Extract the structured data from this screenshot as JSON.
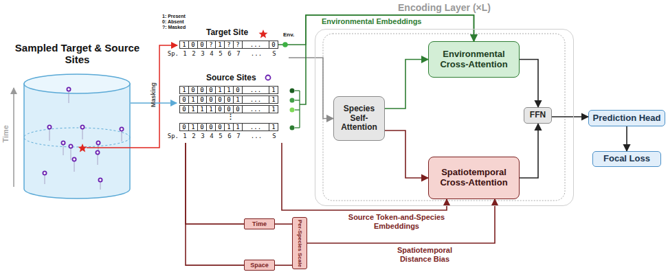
{
  "diagram": {
    "nodes": [
      {
        "text": [
          "Encoding Layer (×L)"
        ]
      },
      {
        "text": [
          "Species Self-Attention"
        ],
        "in": 0
      },
      {
        "text": [
          "Environmental Cross-Attention"
        ],
        "in": 0
      },
      {
        "text": [
          "Spatiotemporal Cross-Attention"
        ],
        "in": 0
      },
      {
        "text": [
          "FFN"
        ],
        "in": 0
      },
      {
        "text": [
          "Prediction Head"
        ]
      },
      {
        "text": [
          "Focal Loss"
        ]
      },
      {
        "text": [
          "Target Site"
        ]
      },
      {
        "text": [
          "1",
          "0",
          "0",
          "?",
          "1",
          "?",
          "?",
          "...",
          "0"
        ],
        "in": 7
      },
      {
        "text": [
          "Source Sites"
        ]
      },
      {
        "text": [
          "1",
          "0",
          "0",
          "0",
          "1",
          "1",
          "0",
          "...",
          "1"
        ],
        "in": 9
      },
      {
        "text": [
          "0",
          "1",
          "0",
          "0",
          "0",
          "0",
          "1",
          "...",
          "1"
        ],
        "in": 9
      },
      {
        "text": [
          "0",
          "1",
          "1",
          "1",
          "0",
          "0",
          "0",
          "...",
          "1"
        ],
        "in": 9
      },
      {
        "text": [
          "0",
          "1",
          "0",
          "0",
          "0",
          "1",
          "1",
          "...",
          "1"
        ],
        "in": 9
      },
      {
        "text": [
          "Time"
        ]
      },
      {
        "text": [
          "Space"
        ]
      },
      {
        "text": [
          "Per-Species Scale"
        ]
      }
    ],
    "edges": [
      {
        "from": 7,
        "to": 1,
        "arrow": "to"
      },
      {
        "from": 1,
        "to": 2,
        "arrow": "to"
      },
      {
        "from": 1,
        "to": 3,
        "arrow": "to"
      },
      {
        "from": 2,
        "to": 4,
        "arrow": "to"
      },
      {
        "from": 3,
        "to": 4,
        "arrow": "to"
      },
      {
        "from": 4,
        "to": 5,
        "arrow": "to"
      },
      {
        "from": 5,
        "to": 6,
        "arrow": "to"
      },
      {
        "from": 8,
        "to": 2,
        "label": "Environmental Embeddings",
        "arrow": "to"
      },
      {
        "from": 9,
        "to": 2,
        "arrow": "to"
      },
      {
        "from": 9,
        "to": 3,
        "label": "Source Token-and-Species Embeddings",
        "arrow": "to"
      },
      {
        "from": 9,
        "to": 14,
        "arrow": "none"
      },
      {
        "from": 9,
        "to": 15,
        "arrow": "none"
      },
      {
        "from": 14,
        "to": 16,
        "arrow": "none"
      },
      {
        "from": 15,
        "to": 16,
        "arrow": "none"
      },
      {
        "from": 16,
        "to": 3,
        "label": "Spatiotemporal Distance Bias",
        "arrow": "to"
      }
    ],
    "labels": [
      "Sampled Target & Source Sites",
      "Time",
      "Masking",
      "1: Present",
      "0: Absent",
      "?: Masked",
      "Env.",
      "Sp.",
      "1",
      "2",
      "3",
      "4",
      "5",
      "6",
      "7",
      "...",
      "S",
      "⋮",
      "Sp.",
      "1",
      "2",
      "3",
      "4",
      "5",
      "6",
      "7",
      "...",
      "S"
    ]
  }
}
